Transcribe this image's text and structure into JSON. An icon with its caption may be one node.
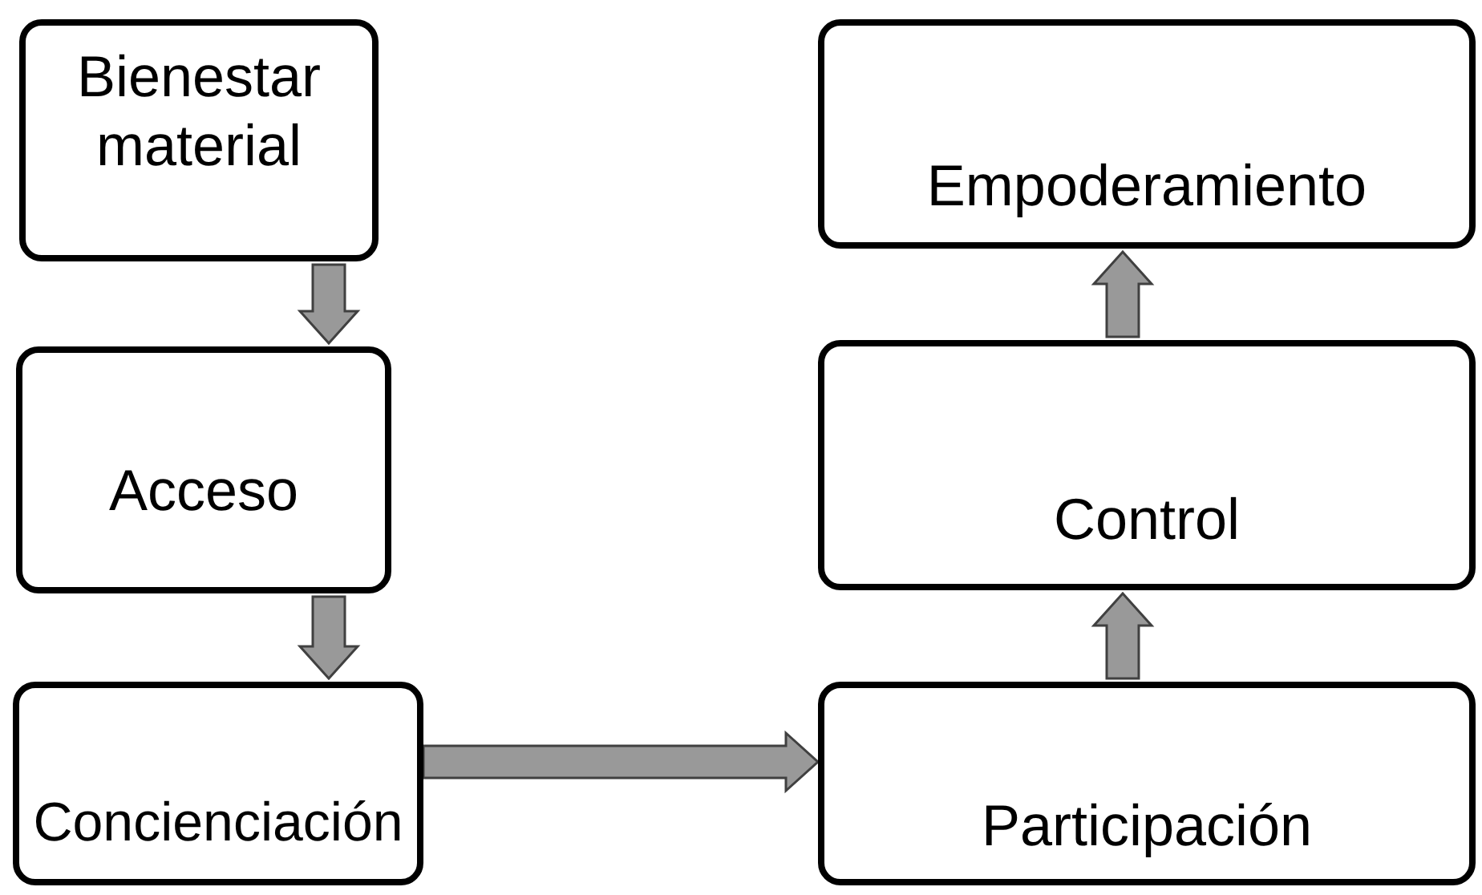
{
  "diagram": {
    "nodes": [
      {
        "text": [
          "Bienestar material"
        ]
      },
      {
        "text": [
          "Acceso"
        ]
      },
      {
        "text": [
          "Concienciación"
        ]
      },
      {
        "text": [
          "Participación"
        ]
      },
      {
        "text": [
          "Control"
        ]
      },
      {
        "text": [
          "Empoderamiento"
        ]
      }
    ],
    "edges": [
      {
        "from": 0,
        "to": 1,
        "arrow": "to",
        "style": "thick"
      },
      {
        "from": 1,
        "to": 2,
        "arrow": "to",
        "style": "thick"
      },
      {
        "from": 2,
        "to": 3,
        "arrow": "to",
        "style": "thick"
      },
      {
        "from": 3,
        "to": 4,
        "arrow": "to",
        "style": "thick"
      },
      {
        "from": 4,
        "to": 5,
        "arrow": "to",
        "style": "thick"
      }
    ]
  }
}
